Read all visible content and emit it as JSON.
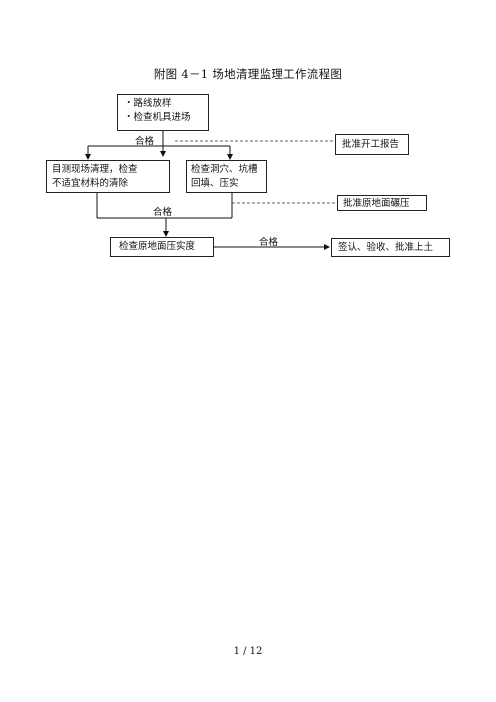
{
  "title": "附图 4－1 场地清理监理工作流程图",
  "boxes": {
    "start": {
      "line1": "・路线放样",
      "line2": "・检查机具进场"
    },
    "visual_clear": {
      "line1": "目测现场清理，检查",
      "line2": "不适宜材料的清除"
    },
    "hole_check": {
      "line1": "检查洞穴、坑槽",
      "line2": "回填、压实"
    },
    "compaction": {
      "text": "检查原地面压实度"
    },
    "approve_start": {
      "text": "批准开工报告"
    },
    "approve_ground": {
      "text": "批准原地面碾压"
    },
    "sign_off": {
      "text": "签认、验收、批准上土"
    }
  },
  "labels": {
    "pass1": "合格",
    "pass2": "合格",
    "pass3": "合格"
  },
  "footer": {
    "page": "1 / 12"
  }
}
